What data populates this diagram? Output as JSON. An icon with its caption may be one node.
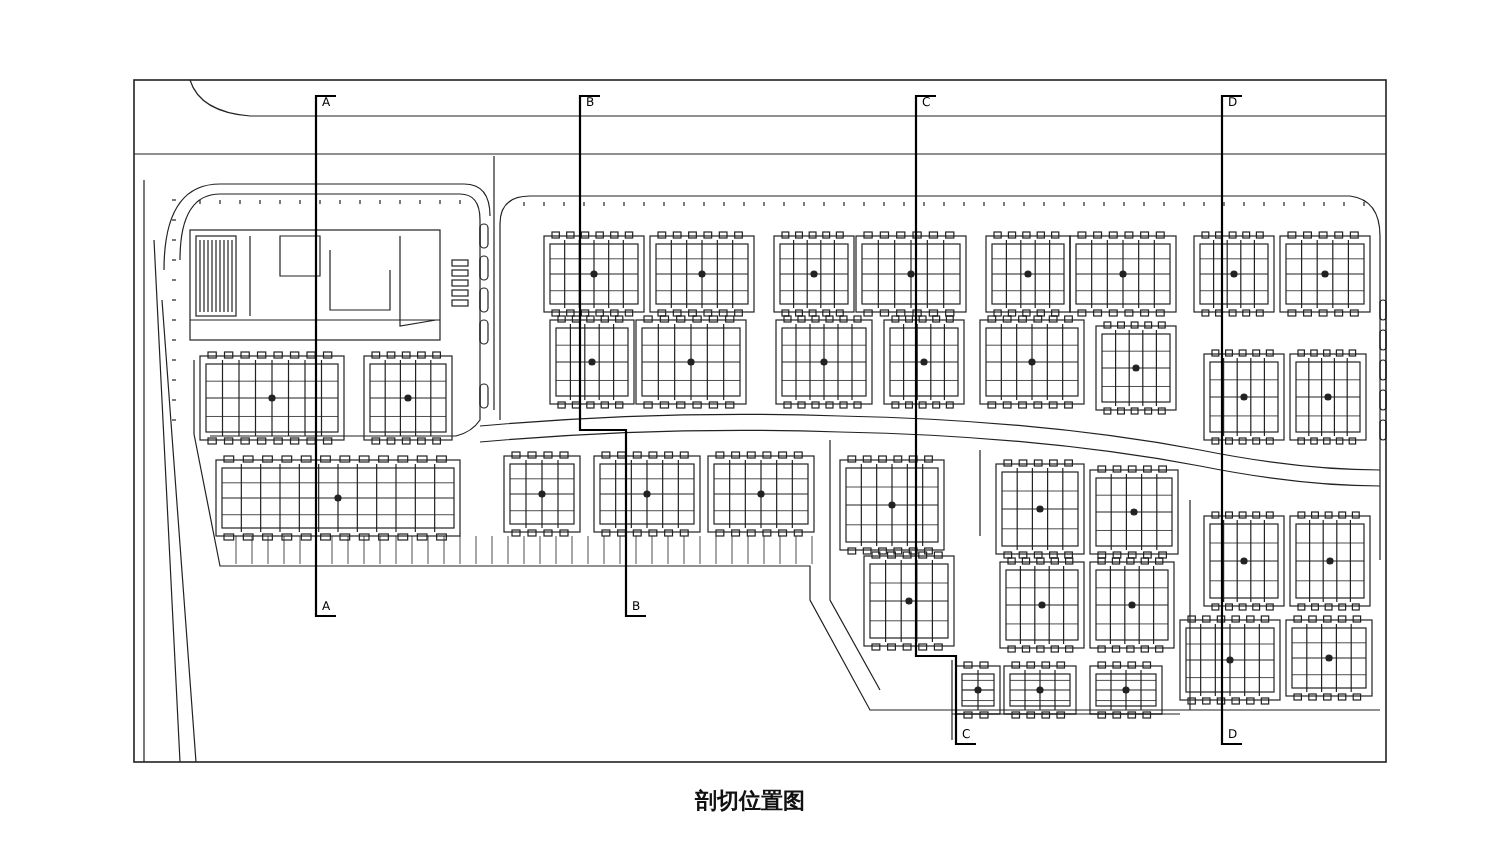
{
  "diagram": {
    "caption": "剖切位置图",
    "labels": [
      "A",
      "B",
      "C",
      "D",
      "A",
      "B",
      "C",
      "D"
    ]
  }
}
